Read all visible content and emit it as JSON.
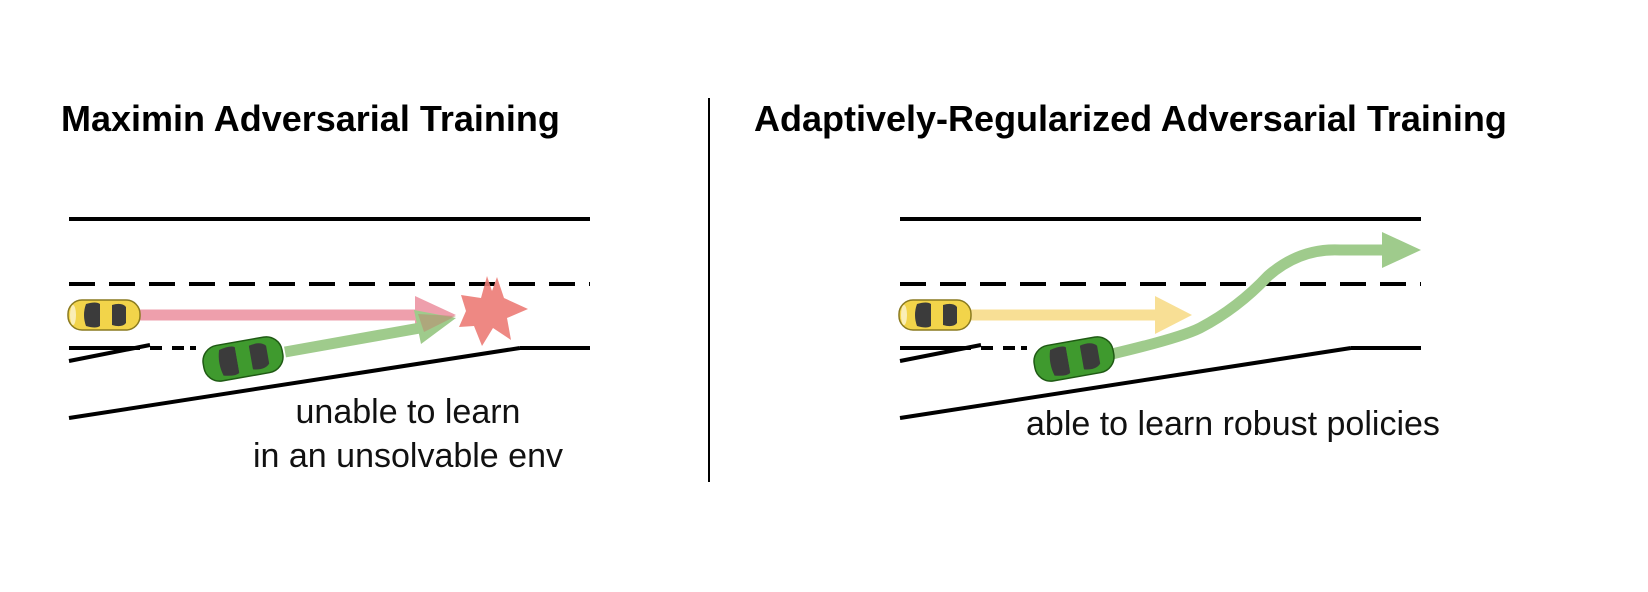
{
  "left_panel": {
    "title": "Maximin Adversarial Training",
    "caption_line1": "unable to learn",
    "caption_line2": "in an unsolvable env"
  },
  "right_panel": {
    "title": "Adaptively-Regularized Adversarial Training",
    "caption": "able to learn robust policies"
  },
  "colors": {
    "road_line": "#000000",
    "yellow_car": "#f2d44a",
    "green_car": "#3f9a2e",
    "pink_arrow": "#ee9aa8",
    "green_arrow": "#9fcb8c",
    "yellow_arrow": "#f8df95",
    "crash_burst": "#ec7b76"
  },
  "icons": {
    "yellow_car": "yellow-car-icon",
    "green_car": "green-car-icon",
    "collision": "collision-burst-icon"
  }
}
